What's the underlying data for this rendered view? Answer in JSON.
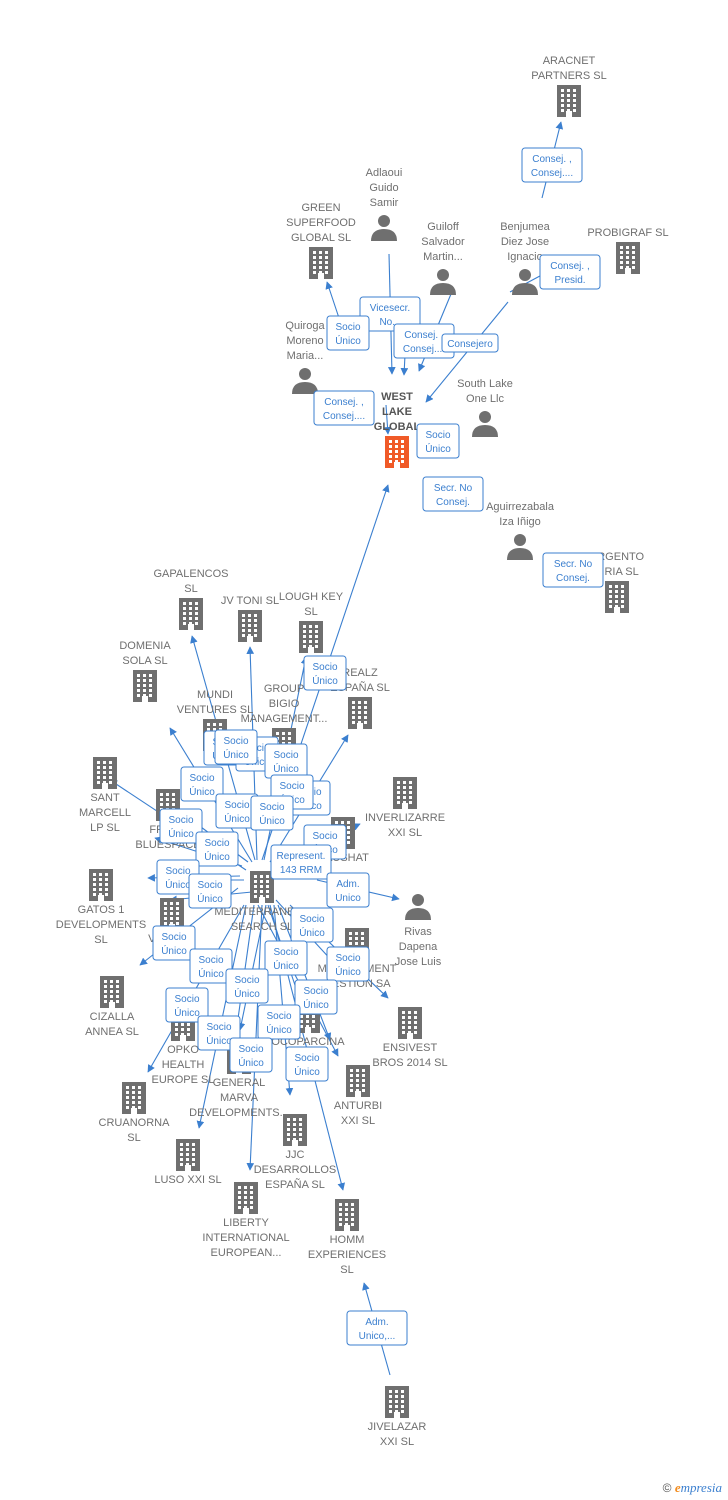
{
  "colors": {
    "edge": "#3b7fcf",
    "company": "#6f6f6f",
    "focus": "#f05a28",
    "person": "#6f6f6f"
  },
  "nodes": [
    {
      "id": "focus",
      "type": "company",
      "focus": true,
      "label": [
        "WEST",
        "LAKE",
        "GLOBAL"
      ]
    },
    {
      "id": "aracnet",
      "type": "company",
      "label": [
        "ARACNET",
        "PARTNERS SL"
      ]
    },
    {
      "id": "probigraf",
      "type": "company",
      "label": [
        "PROBIGRAF SL"
      ]
    },
    {
      "id": "green",
      "type": "company",
      "label": [
        "GREEN",
        "SUPERFOOD",
        "GLOBAL  SL"
      ]
    },
    {
      "id": "adlaoui",
      "type": "person",
      "label": [
        "Adlaoui",
        "Guido",
        "Samir"
      ]
    },
    {
      "id": "guiloff",
      "type": "person",
      "label": [
        "Guiloff",
        "Salvador",
        "Martin..."
      ]
    },
    {
      "id": "benjumea",
      "type": "person",
      "label": [
        "Benjumea",
        "Diez Jose",
        "Ignacio"
      ]
    },
    {
      "id": "quiroga",
      "type": "person",
      "label": [
        "Quiroga",
        "Moreno",
        "Maria..."
      ]
    },
    {
      "id": "southlake",
      "type": "person",
      "label": [
        "South Lake",
        "One Llc"
      ]
    },
    {
      "id": "aguirre",
      "type": "person",
      "label": [
        "Aguirrezabala",
        "Iza Iñigo"
      ]
    },
    {
      "id": "argento",
      "type": "company",
      "label": [
        "ARGENTO",
        "...RIA  SL"
      ]
    },
    {
      "id": "mediterranean",
      "type": "company",
      "label": [
        "MEDITERRANEAN",
        "SEARCH  SL"
      ]
    },
    {
      "id": "gapalencos",
      "type": "company",
      "label": [
        "GAPALENCOS",
        "SL"
      ]
    },
    {
      "id": "jvtoni",
      "type": "company",
      "label": [
        "JV TONI  SL"
      ]
    },
    {
      "id": "loughkey",
      "type": "company",
      "label": [
        "LOUGH KEY",
        "SL"
      ]
    },
    {
      "id": "domenia",
      "type": "company",
      "label": [
        "DOMENIA",
        "SOLA SL"
      ]
    },
    {
      "id": "mundi",
      "type": "company",
      "label": [
        "MUNDI",
        "VENTURES  SL"
      ]
    },
    {
      "id": "bigio",
      "type": "company",
      "label": [
        "GROUP",
        "BIGIO",
        "MANAGEMENT..."
      ]
    },
    {
      "id": "realz",
      "type": "company",
      "label": [
        "REALZ",
        "ESPAÑA  SL"
      ]
    },
    {
      "id": "santmarcell",
      "type": "company",
      "label": [
        "SANT",
        "MARCELL",
        "LP  SL"
      ]
    },
    {
      "id": "fresh",
      "type": "company",
      "label": [
        "FRESH",
        "BLUESPACE"
      ]
    },
    {
      "id": "inverlizarre",
      "type": "company",
      "label": [
        "INVERLIZARRE",
        "XXI  SL"
      ]
    },
    {
      "id": "raushat",
      "type": "company",
      "label": [
        "RAUSHAT"
      ]
    },
    {
      "id": "gatos",
      "type": "company",
      "label": [
        "GATOS 1",
        "DEVELOPMENTS",
        "SL"
      ]
    },
    {
      "id": "verdiul",
      "type": "company",
      "label": [
        "VERDIUL",
        "SL"
      ]
    },
    {
      "id": "rivas",
      "type": "person",
      "label": [
        "Rivas",
        "Dapena",
        "Jose Luis"
      ]
    },
    {
      "id": "gestion",
      "type": "company",
      "label": [
        "MANAGEMENT",
        "GESTION SA"
      ]
    },
    {
      "id": "cizalla",
      "type": "company",
      "label": [
        "CIZALLA",
        "ANNEA  SL"
      ]
    },
    {
      "id": "ensivest",
      "type": "company",
      "label": [
        "ENSIVEST",
        "BROS 2014  SL"
      ]
    },
    {
      "id": "opko",
      "type": "company",
      "label": [
        "OPKO",
        "HEALTH",
        "EUROPE  SL"
      ]
    },
    {
      "id": "ocoparcina",
      "type": "company",
      "label": [
        "OCOPARCINA"
      ]
    },
    {
      "id": "anturbi",
      "type": "company",
      "label": [
        "ANTURBI",
        "XXI  SL"
      ]
    },
    {
      "id": "cruanorna",
      "type": "company",
      "label": [
        "CRUANORNA",
        "SL"
      ]
    },
    {
      "id": "marva",
      "type": "company",
      "label": [
        "GENERAL",
        "MARVA",
        "DEVELOPMENTS..."
      ]
    },
    {
      "id": "jjc",
      "type": "company",
      "label": [
        "JJC",
        "DESARROLLOS",
        "ESPAÑA  SL"
      ]
    },
    {
      "id": "luso",
      "type": "company",
      "label": [
        "LUSO XXI  SL"
      ]
    },
    {
      "id": "liberty",
      "type": "company",
      "label": [
        "LIBERTY",
        "INTERNATIONAL",
        "EUROPEAN..."
      ]
    },
    {
      "id": "homm",
      "type": "company",
      "label": [
        "HOMM",
        "EXPERIENCES",
        "SL"
      ]
    },
    {
      "id": "jivelazar",
      "type": "company",
      "label": [
        "JIVELAZAR",
        "XXI  SL"
      ]
    }
  ],
  "edge_labels": [
    [
      "Consej. ,",
      "Consej...."
    ],
    [
      "Consej. ,",
      "Presid."
    ],
    [
      "Vicesecr.",
      "No..."
    ],
    [
      "Socio",
      "Único"
    ],
    [
      "Consej. ,",
      "Consej...."
    ],
    [
      "Consejero"
    ],
    [
      "Consej. ,",
      "Consej...."
    ],
    [
      "Socio",
      "Único"
    ],
    [
      "Secr.  No",
      "Consej."
    ],
    [
      "Secr.  No",
      "Consej."
    ],
    [
      "Socio",
      "Único"
    ],
    [
      "Socio",
      "Único"
    ],
    [
      "Socio",
      "Único"
    ],
    [
      "Socio",
      "Único"
    ],
    [
      "Socio",
      "Único"
    ],
    [
      "Socio",
      "Único"
    ],
    [
      "Socio",
      "Único"
    ],
    [
      "Socio",
      "Único"
    ],
    [
      "Socio",
      "Único"
    ],
    [
      "Socio",
      "Único"
    ],
    [
      "Socio",
      "Único"
    ],
    [
      "Socio",
      "Único"
    ],
    [
      "Socio",
      "Único"
    ],
    [
      "Socio",
      "Único"
    ],
    [
      "Represent.",
      "143 RRM"
    ],
    [
      "Adm.",
      "Unico"
    ],
    [
      "Socio",
      "Único"
    ],
    [
      "Socio",
      "Único"
    ],
    [
      "Socio",
      "Único"
    ],
    [
      "Socio",
      "Único"
    ],
    [
      "Socio",
      "Único"
    ],
    [
      "Socio",
      "Único"
    ],
    [
      "Socio",
      "Único"
    ],
    [
      "Socio",
      "Único"
    ],
    [
      "Socio",
      "Único"
    ],
    [
      "Socio",
      "Único"
    ],
    [
      "Socio",
      "Único"
    ],
    [
      "Socio",
      "Único"
    ],
    [
      "Socio",
      "Único"
    ],
    [
      "Adm.",
      "Unico,..."
    ]
  ],
  "footer": {
    "copyright": "©",
    "brand_e": "e",
    "brand_rest": "mpresia"
  }
}
